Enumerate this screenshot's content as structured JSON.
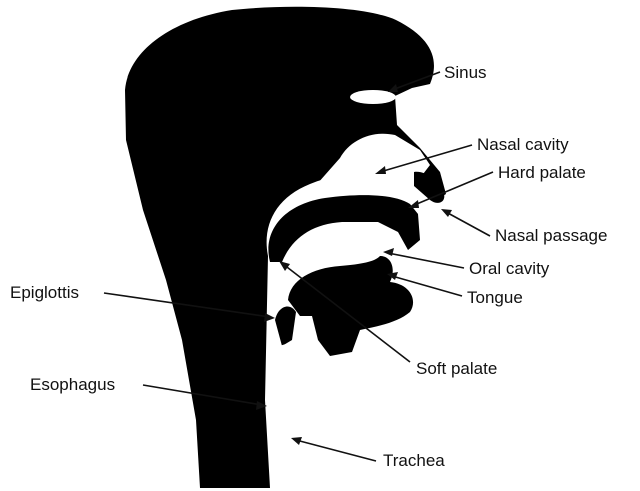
{
  "labels": {
    "sinus": "Sinus",
    "nasal_cavity": "Nasal cavity",
    "hard_palate": "Hard palate",
    "nasal_passage": "Nasal passage",
    "oral_cavity": "Oral cavity",
    "tongue": "Tongue",
    "epiglottis": "Epiglottis",
    "soft_palate": "Soft palate",
    "esophagus": "Esophagus",
    "trachea": "Trachea"
  },
  "colors": {
    "silhouette": "#000000",
    "background": "#ffffff",
    "label_text": "#111111"
  }
}
